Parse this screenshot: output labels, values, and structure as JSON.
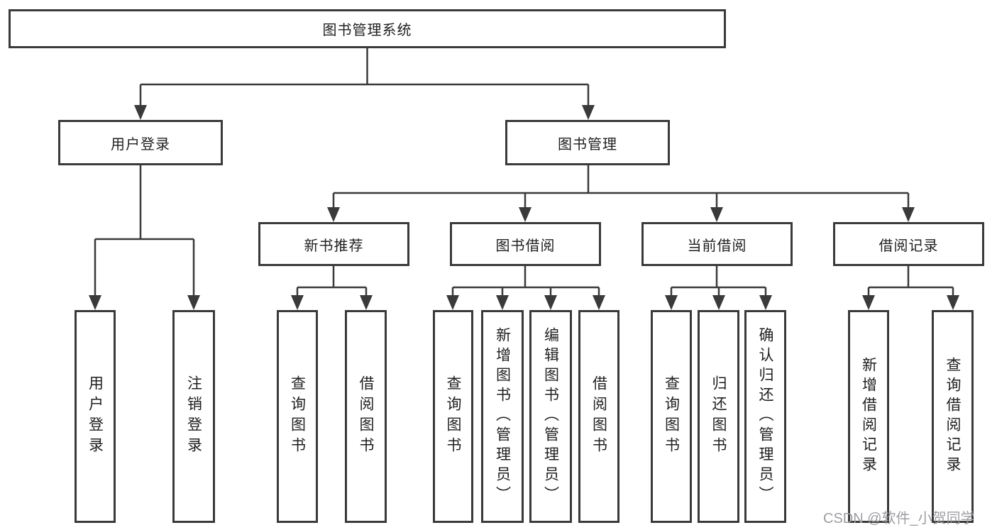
{
  "diagram": {
    "title": "图书管理系统",
    "level2": {
      "left": "用户登录",
      "right": "图书管理"
    },
    "level3": {
      "a": "新书推荐",
      "b": "图书借阅",
      "c": "当前借阅",
      "d": "借阅记录"
    },
    "leaves": {
      "user": [
        "用户登录",
        "注销登录"
      ],
      "recommend": [
        "查询图书",
        "借阅图书"
      ],
      "borrow": [
        "查询图书",
        "新增图书（管理员）",
        "编辑图书（管理员）",
        "借阅图书"
      ],
      "current": [
        "查询图书",
        "归还图书",
        "确认归还（管理员）"
      ],
      "record": [
        "新增借阅记录",
        "查询借阅记录"
      ]
    }
  },
  "watermark": "CSDN @软件_小贺同学",
  "colors": {
    "line": "#3a3a3a",
    "text": "#1f1f1f",
    "watermark": "#9e9ea3"
  }
}
